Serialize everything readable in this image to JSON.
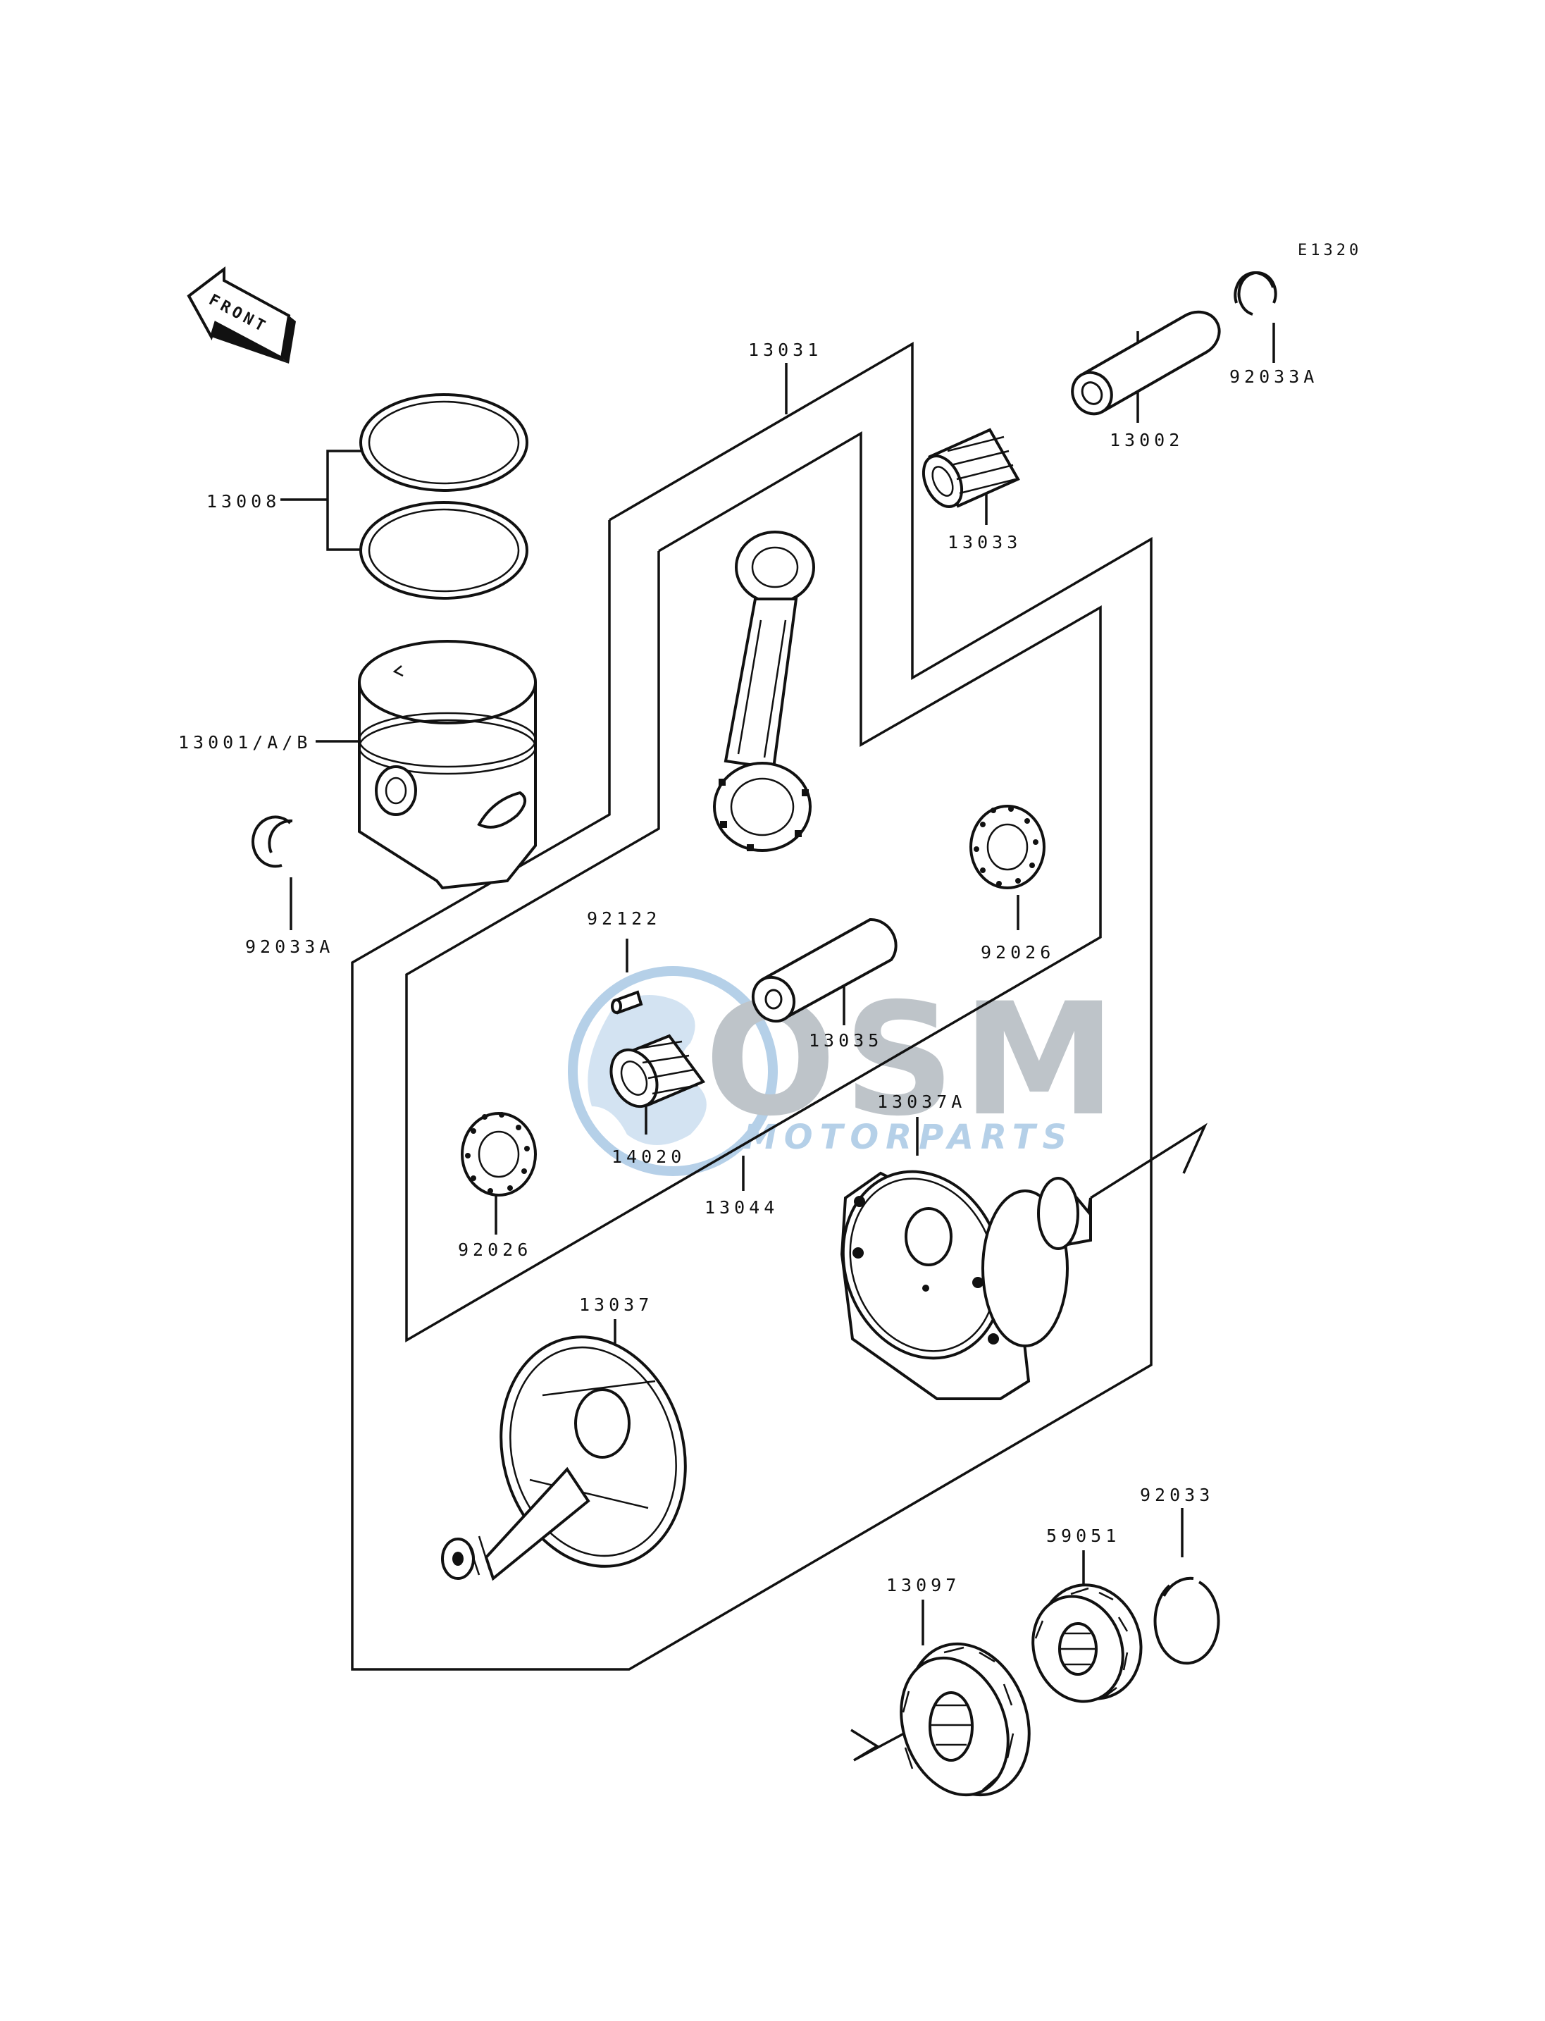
{
  "diagram_code": "E1320",
  "front_label": "FRONT",
  "watermark": {
    "main": "OSM",
    "sub": "MOTORPARTS",
    "color_gray": "#b8bec4",
    "color_blue": "#aecbe6"
  },
  "parts": {
    "p13031": "13031",
    "p13002": "13002",
    "p92033A_top": "92033A",
    "p13033": "13033",
    "p13008": "13008",
    "p13001": "13001/A/B",
    "p92033A_left": "92033A",
    "p92122": "92122",
    "p92026_right": "92026",
    "p13035": "13035",
    "p13037A": "13037A",
    "p14020": "14020",
    "p13044": "13044",
    "p92026_left": "92026",
    "p13037": "13037",
    "p92033": "92033",
    "p59051": "59051",
    "p13097": "13097"
  }
}
